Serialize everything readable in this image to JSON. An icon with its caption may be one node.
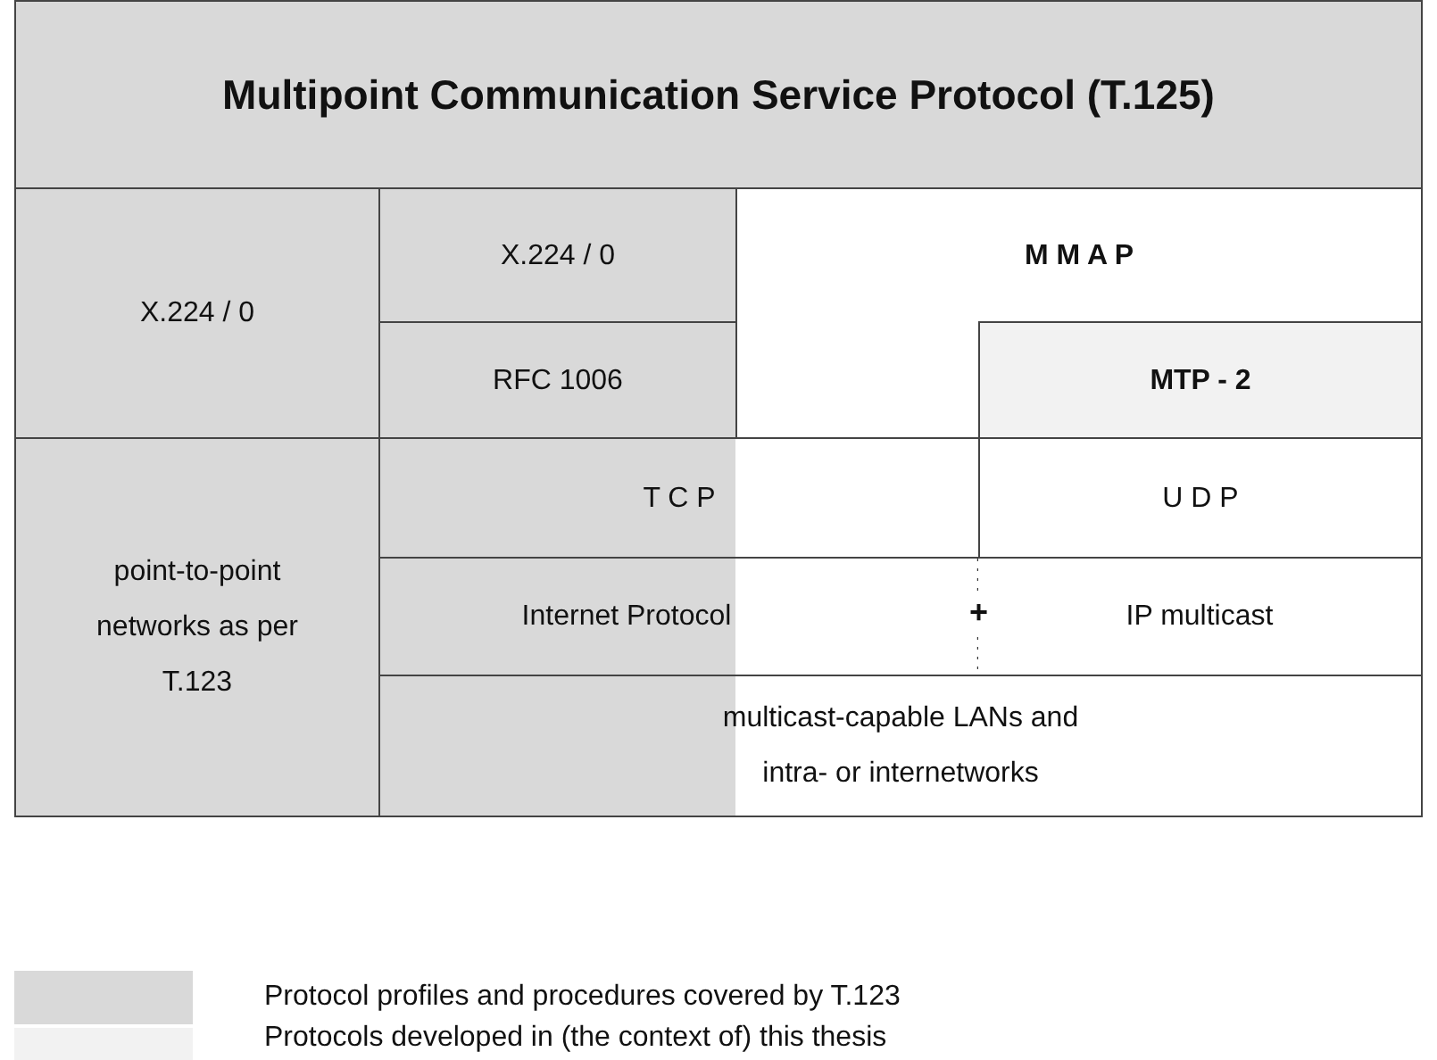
{
  "diagram": {
    "nodes": [
      {
        "text": [
          "Multipoint Communication Service Protocol (T.125)"
        ]
      },
      {
        "text": [
          "X.224 / 0"
        ]
      },
      {
        "text": [
          "X.224 / 0"
        ]
      },
      {
        "text": [
          "RFC 1006"
        ]
      },
      {
        "text": [
          "M M A P"
        ]
      },
      {
        "text": [
          "MTP - 2"
        ],
        "in": 4
      },
      {
        "text": [
          "point-to-point networks as per T.123"
        ]
      },
      {
        "text": [
          "T C P"
        ]
      },
      {
        "text": [
          "U D P"
        ]
      },
      {
        "text": [
          "Internet Protocol"
        ]
      },
      {
        "text": [
          "IP multicast"
        ]
      },
      {
        "text": [
          "multicast-capable LANs and intra- or internetworks"
        ]
      }
    ],
    "labels": [
      "+"
    ],
    "legend": [
      {
        "text": "Protocol profiles and procedures covered by T.123",
        "color": "#d9d9d9"
      },
      {
        "text": "Protocols developed in (the context of) this thesis",
        "color": "#f2f2f2"
      }
    ]
  }
}
